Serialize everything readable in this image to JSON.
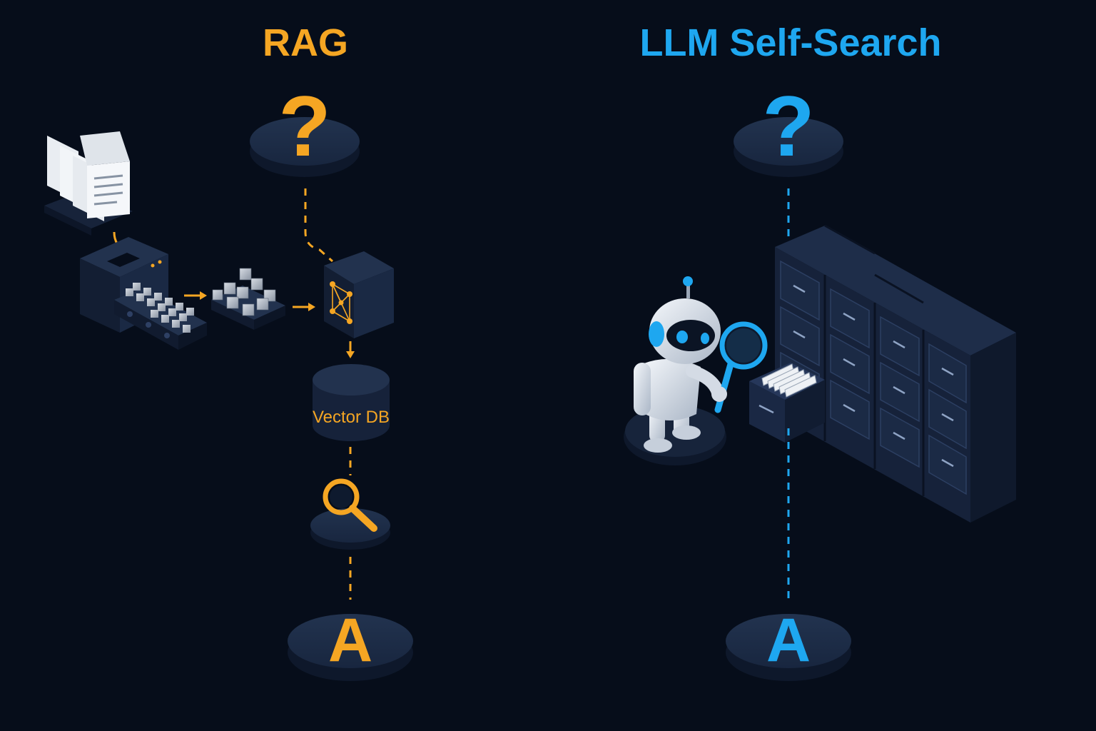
{
  "rag": {
    "title": "RAG",
    "question_symbol": "?",
    "answer_symbol": "A",
    "vector_db_label": "Vector DB"
  },
  "self_search": {
    "title": "LLM Self-Search",
    "question_symbol": "?",
    "answer_symbol": "A"
  },
  "colors": {
    "background": "#060d1a",
    "rag_accent": "#f5a623",
    "self_search_accent": "#1ea7f0",
    "pedestal_top": "#1b2a44",
    "pedestal_side": "#101a2e",
    "machine_dark": "#16223a"
  },
  "icons": {
    "documents": "documents-stack-icon",
    "chunker": "chunking-machine-icon",
    "chunks": "chunk-cubes-icon",
    "embedder": "embedding-model-icon",
    "database": "vector-db-cylinder-icon",
    "search": "magnifier-icon",
    "robot": "robot-icon",
    "cabinet": "filing-cabinet-icon"
  }
}
